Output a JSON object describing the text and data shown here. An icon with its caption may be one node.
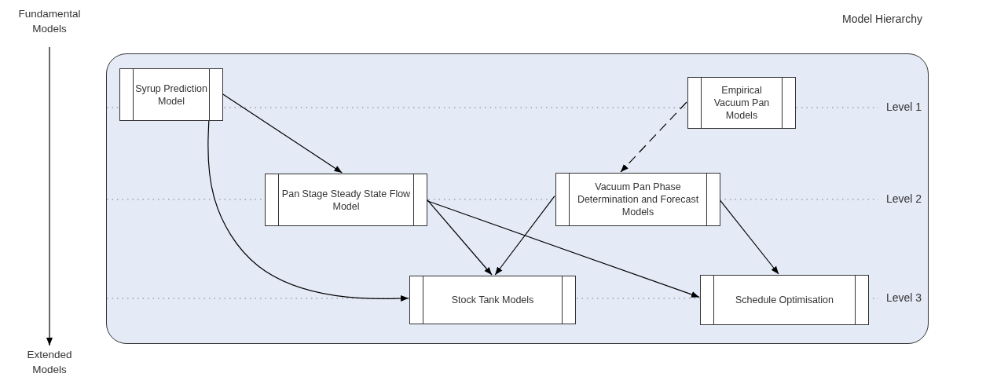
{
  "diagram": {
    "nodes": [
      {
        "text": [],
        "shape": "box"
      },
      {
        "text": [
          "Syrup Prediction Model"
        ],
        "in": 0
      },
      {
        "text": [
          "Empirical Vacuum Pan Models"
        ],
        "in": 0
      },
      {
        "text": [
          "Pan Stage Steady State Flow Model"
        ],
        "in": 0
      },
      {
        "text": [
          "Vacuum Pan Phase Determination and Forecast Models"
        ],
        "in": 0
      },
      {
        "text": [
          "Stock Tank Models"
        ],
        "in": 0
      },
      {
        "text": [
          "Schedule Optimisation"
        ],
        "in": 0
      },
      {
        "text": [
          "Fundamental Models"
        ]
      },
      {
        "text": [
          "Extended Models"
        ]
      }
    ],
    "edges": [
      {
        "from": 1,
        "to": 3,
        "arrow": "to"
      },
      {
        "from": 1,
        "to": 5,
        "arrow": "to"
      },
      {
        "from": 2,
        "to": 4,
        "arrow": "to",
        "style": "dashed"
      },
      {
        "from": 3,
        "to": 5,
        "arrow": "to"
      },
      {
        "from": 3,
        "to": 6,
        "arrow": "to"
      },
      {
        "from": 4,
        "to": 5,
        "arrow": "to"
      },
      {
        "from": 4,
        "to": 6,
        "arrow": "to"
      },
      {
        "from": 7,
        "to": 8,
        "arrow": "to"
      }
    ],
    "labels": [
      "Model Hierarchy",
      "Level 1",
      "Level 2",
      "Level 3"
    ]
  }
}
